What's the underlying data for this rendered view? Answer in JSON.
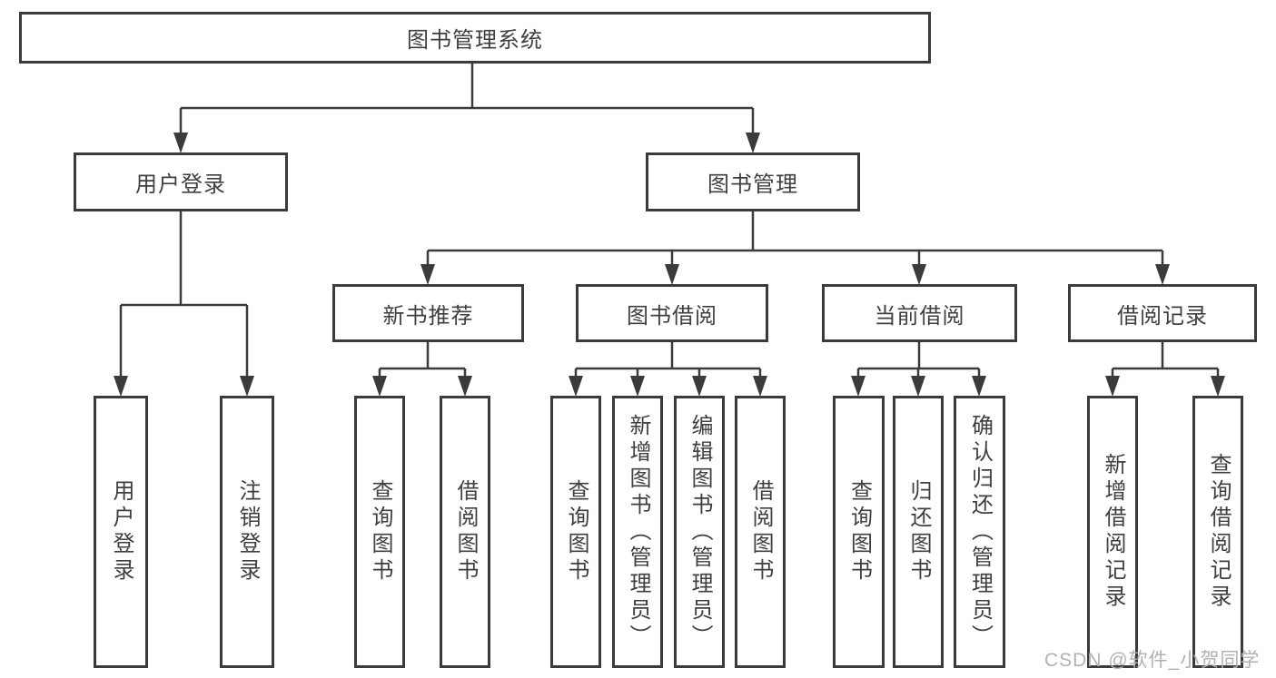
{
  "tree": {
    "root": {
      "label": "图书管理系统",
      "children": [
        {
          "label": "用户登录",
          "children": [
            {
              "label": "用户登录"
            },
            {
              "label": "注销登录"
            }
          ]
        },
        {
          "label": "图书管理",
          "children": [
            {
              "label": "新书推荐",
              "children": [
                {
                  "label": "查询图书"
                },
                {
                  "label": "借阅图书"
                }
              ]
            },
            {
              "label": "图书借阅",
              "children": [
                {
                  "label": "查询图书"
                },
                {
                  "label": "新增图书（管理员）"
                },
                {
                  "label": "编辑图书（管理员）"
                },
                {
                  "label": "借阅图书"
                }
              ]
            },
            {
              "label": "当前借阅",
              "children": [
                {
                  "label": "查询图书"
                },
                {
                  "label": "归还图书"
                },
                {
                  "label": "确认归还（管理员）"
                }
              ]
            },
            {
              "label": "借阅记录",
              "children": [
                {
                  "label": "新增借阅记录"
                },
                {
                  "label": "查询借阅记录"
                }
              ]
            }
          ]
        }
      ]
    }
  },
  "watermark": {
    "text": "CSDN @软件_小贺同学"
  },
  "colors": {
    "line": "#3b3b3b",
    "text": "#3f3f3f",
    "watermark": "#b2b2b2",
    "background": "#ffffff"
  }
}
